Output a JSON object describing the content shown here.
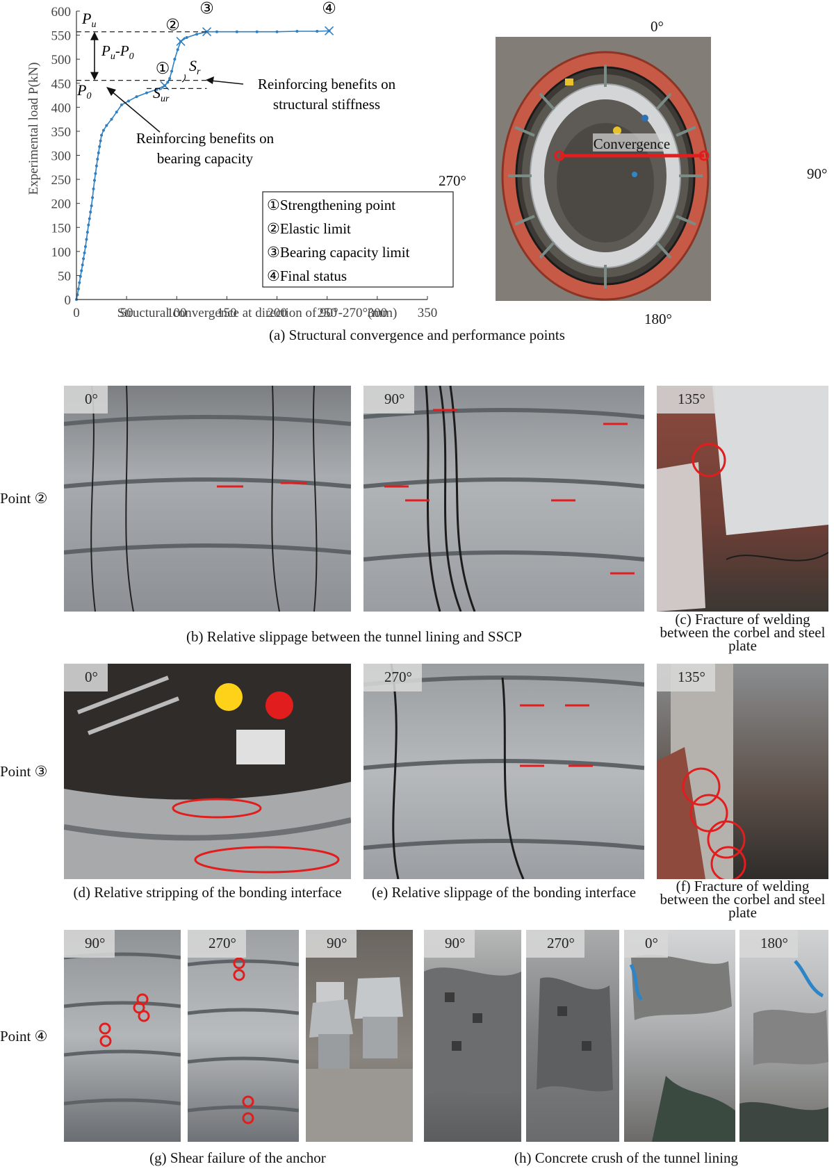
{
  "chart_data": {
    "type": "line",
    "xlabel": "Structural convergence at direction of 90°-270°(mm)",
    "ylabel": "Experimental load P(kN)",
    "xlim": [
      0,
      350
    ],
    "ylim": [
      0,
      600
    ],
    "xticks": [
      "0",
      "50",
      "100",
      "150",
      "200",
      "250",
      "300",
      "350"
    ],
    "yticks": [
      "0",
      "50",
      "100",
      "150",
      "200",
      "250",
      "300",
      "350",
      "400",
      "450",
      "500",
      "550",
      "600"
    ],
    "grid": false,
    "color": "#2f7fc1",
    "series": [
      {
        "values": [
          [
            0,
            0
          ],
          [
            1,
            10
          ],
          [
            2,
            22
          ],
          [
            3,
            35
          ],
          [
            4,
            48
          ],
          [
            5,
            60
          ],
          [
            6,
            72
          ],
          [
            7,
            85
          ],
          [
            8,
            97
          ],
          [
            9,
            110
          ],
          [
            10,
            125
          ],
          [
            11,
            140
          ],
          [
            12,
            155
          ],
          [
            13,
            168
          ],
          [
            14,
            182
          ],
          [
            15,
            195
          ],
          [
            16,
            212
          ],
          [
            17,
            230
          ],
          [
            18,
            248
          ],
          [
            19,
            262
          ],
          [
            20,
            278
          ],
          [
            21,
            292
          ],
          [
            22,
            305
          ],
          [
            23,
            318
          ],
          [
            24,
            330
          ],
          [
            25,
            342
          ],
          [
            27,
            352
          ],
          [
            30,
            362
          ],
          [
            35,
            375
          ],
          [
            40,
            390
          ],
          [
            45,
            405
          ],
          [
            52,
            413
          ],
          [
            60,
            422
          ],
          [
            70,
            430
          ],
          [
            80,
            437
          ],
          [
            88,
            445
          ],
          [
            91,
            452
          ],
          [
            93,
            460
          ],
          [
            95,
            475
          ],
          [
            98,
            500
          ],
          [
            101,
            520
          ],
          [
            104,
            537
          ],
          [
            110,
            545
          ],
          [
            120,
            552
          ],
          [
            130,
            557
          ],
          [
            140,
            557
          ],
          [
            160,
            557
          ],
          [
            180,
            557
          ],
          [
            200,
            557
          ],
          [
            220,
            558
          ],
          [
            240,
            558
          ],
          [
            252,
            559
          ]
        ]
      }
    ],
    "performance_points": [
      {
        "label": "①",
        "x": 88,
        "y": 445
      },
      {
        "label": "②",
        "x": 104,
        "y": 537
      },
      {
        "label": "③",
        "x": 130,
        "y": 557
      },
      {
        "label": "④",
        "x": 252,
        "y": 559
      }
    ],
    "dashed_levels": {
      "Pu": 557,
      "P0": 456,
      "Sur": 439
    },
    "annotations": {
      "pu": "P",
      "pu_sub": "u",
      "p0": "P",
      "p0_sub": "0",
      "diff_a": "P",
      "diff_a_sub": "u",
      "diff_mid": "-P",
      "diff_b_sub": "0",
      "sr": "S",
      "sr_sub": "r",
      "sur": "S",
      "sur_sub": "ur",
      "stiffness_line1": "Reinforcing benefits on",
      "stiffness_line2": "structural stiffness",
      "capacity_line1": "Reinforcing benefits on",
      "capacity_line2": "bearing capacity",
      "m1": "①",
      "m2": "②",
      "m3": "③",
      "m4": "④"
    },
    "legend": {
      "placement": "bottom-right",
      "items": [
        "①Strengthening point",
        "②Elastic limit",
        "③Bearing capacity limit",
        "④Final status"
      ]
    }
  },
  "top_view": {
    "convergence_label": "Convergence",
    "angle_top": "0°",
    "angle_right": "90°",
    "angle_bottom": "180°",
    "angle_left": "270°"
  },
  "captions": {
    "a": "(a) Structural convergence and performance points",
    "b": "(b) Relative slippage between the tunnel lining and SSCP",
    "c": "(c) Fracture of welding between the corbel and steel plate",
    "d": "(d) Relative stripping of the bonding interface",
    "e": "(e) Relative slippage of the bonding interface",
    "f": "(f) Fracture of welding between the corbel and steel plate",
    "g": "(g) Shear failure of the anchor",
    "h": "(h) Concrete crush of the tunnel lining"
  },
  "row_labels": {
    "point2": "Point ②",
    "point3": "Point ③",
    "point4": "Point ④"
  },
  "photo_angles": {
    "b1": "0°",
    "b2": "90°",
    "c": "135°",
    "d": "0°",
    "e": "270°",
    "f": "135°",
    "g1": "90°",
    "g2": "270°",
    "g3": "90°",
    "h1": "90°",
    "h2": "270°",
    "h3": "0°",
    "h4": "180°"
  }
}
